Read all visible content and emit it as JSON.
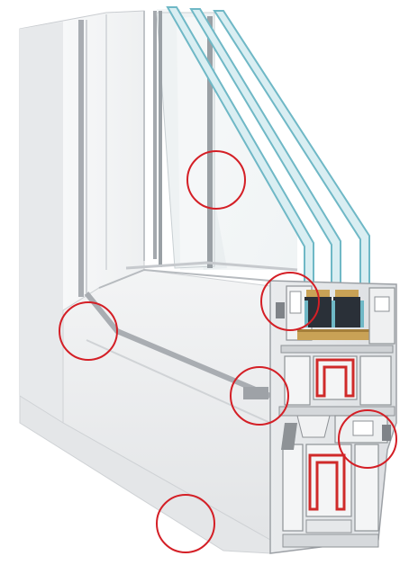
{
  "diagram": {
    "kind": "window-profile-cross-section",
    "glazing": "triple-pane",
    "glass_panes": 3,
    "highlight_markers": 6,
    "colors": {
      "background": "#ffffff",
      "frame_white": "#f4f5f6",
      "frame_shadow": "#d9dcdf",
      "frame_edge": "#b9bdc1",
      "glass_tint": "#eef3f5",
      "glass_edge": "#7fc3cf",
      "gasket_gray": "#8e9296",
      "spacer_gold": "#c9a256",
      "spacer_dark": "#2a3038",
      "steel_red": "#cf2a2a",
      "marker_red": "#d41f26"
    }
  }
}
